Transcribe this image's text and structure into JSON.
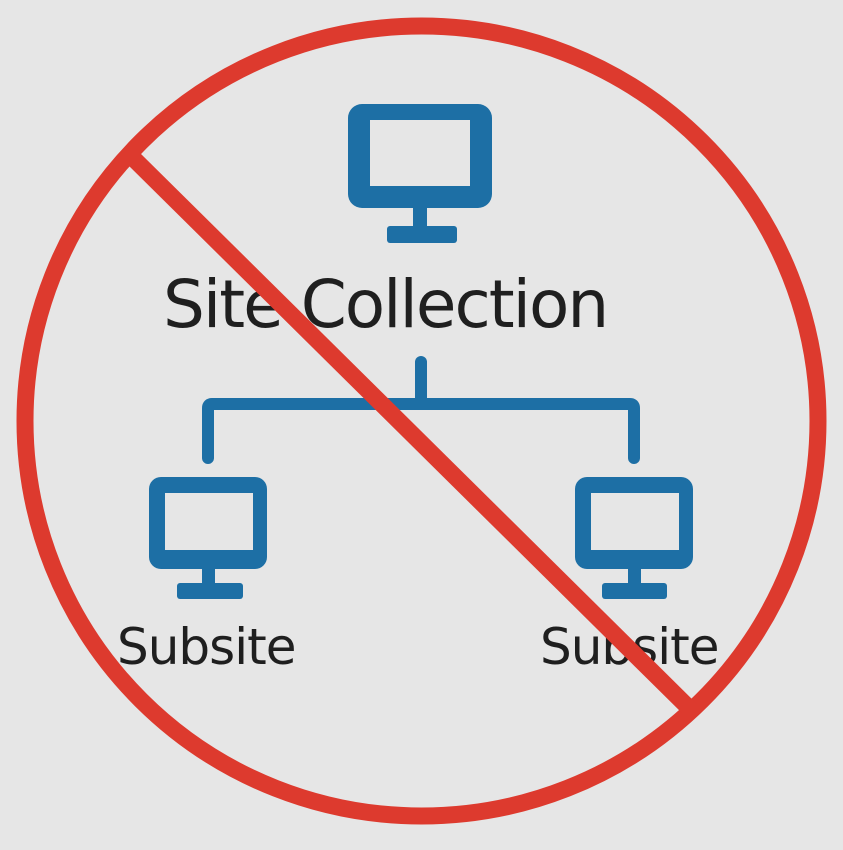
{
  "diagram": {
    "title": "Site Collection",
    "nodes": [
      {
        "id": "root",
        "label": "Site Collection",
        "icon": "monitor-icon"
      },
      {
        "id": "sub1",
        "label": "Subsite",
        "icon": "monitor-icon"
      },
      {
        "id": "sub2",
        "label": "Subsite",
        "icon": "monitor-icon"
      }
    ],
    "edges": [
      {
        "from": "root",
        "to": "sub1"
      },
      {
        "from": "root",
        "to": "sub2"
      }
    ],
    "overlay": "prohibition-sign-icon"
  },
  "colors": {
    "background": "#e6e6e6",
    "icon_blue": "#1d6fa5",
    "prohibition_red": "#dd3a2e",
    "text": "#1f1f1f"
  }
}
